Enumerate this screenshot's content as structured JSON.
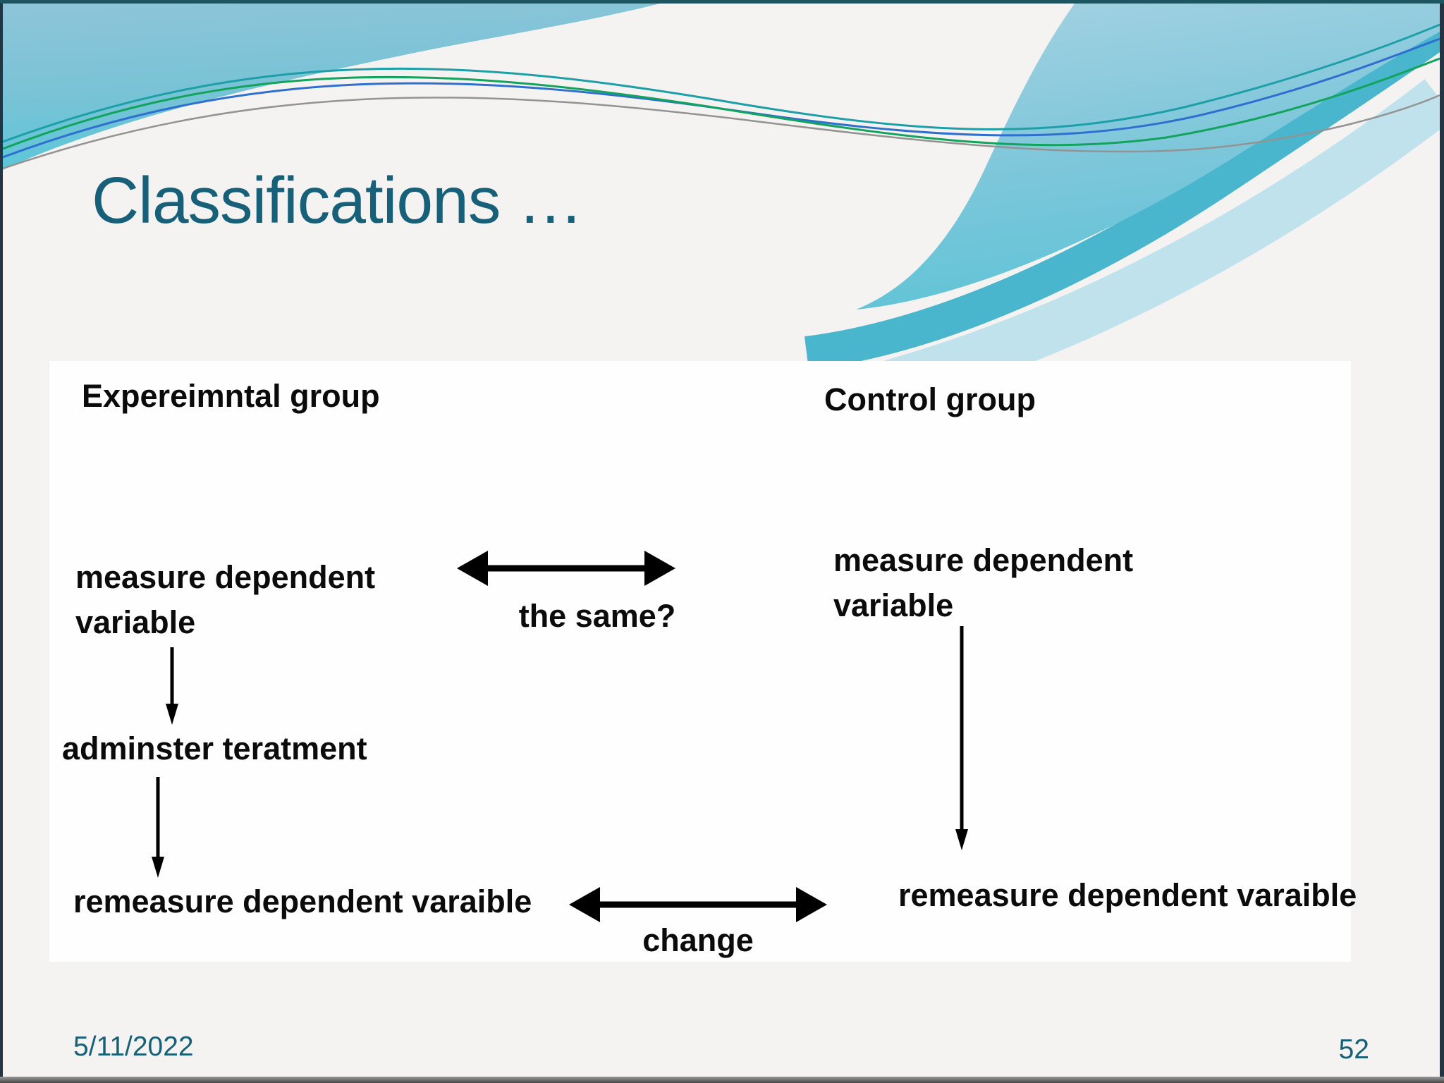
{
  "slide": {
    "title": "Classifications …",
    "footer": {
      "date": "5/11/2022",
      "page_number": "52"
    }
  },
  "diagram": {
    "experimental": {
      "header": "Expereimntal group",
      "measure_line1": "measure dependent",
      "measure_line2": "variable",
      "treatment": "adminster teratment",
      "remeasure": "remeasure dependent varaible"
    },
    "control": {
      "header": "Control group",
      "measure_line1": "measure dependent",
      "measure_line2": "variable",
      "remeasure": "remeasure dependent varaible"
    },
    "labels": {
      "same": "the same?",
      "change": "change"
    }
  },
  "colors": {
    "title_text": "#176079",
    "footer_text": "#176079",
    "diagram_text": "#000000",
    "diagram_background": "#ffffff",
    "slide_background": "#f4f3f2",
    "sky_blue": "#8ec4d9",
    "sky_teal": "#59c7d8",
    "accent_band": "#49b6cd",
    "line_teal": "#1d9fa8",
    "line_blue": "#2f6fd0",
    "line_green": "#12a35c",
    "line_gray": "#939393"
  }
}
